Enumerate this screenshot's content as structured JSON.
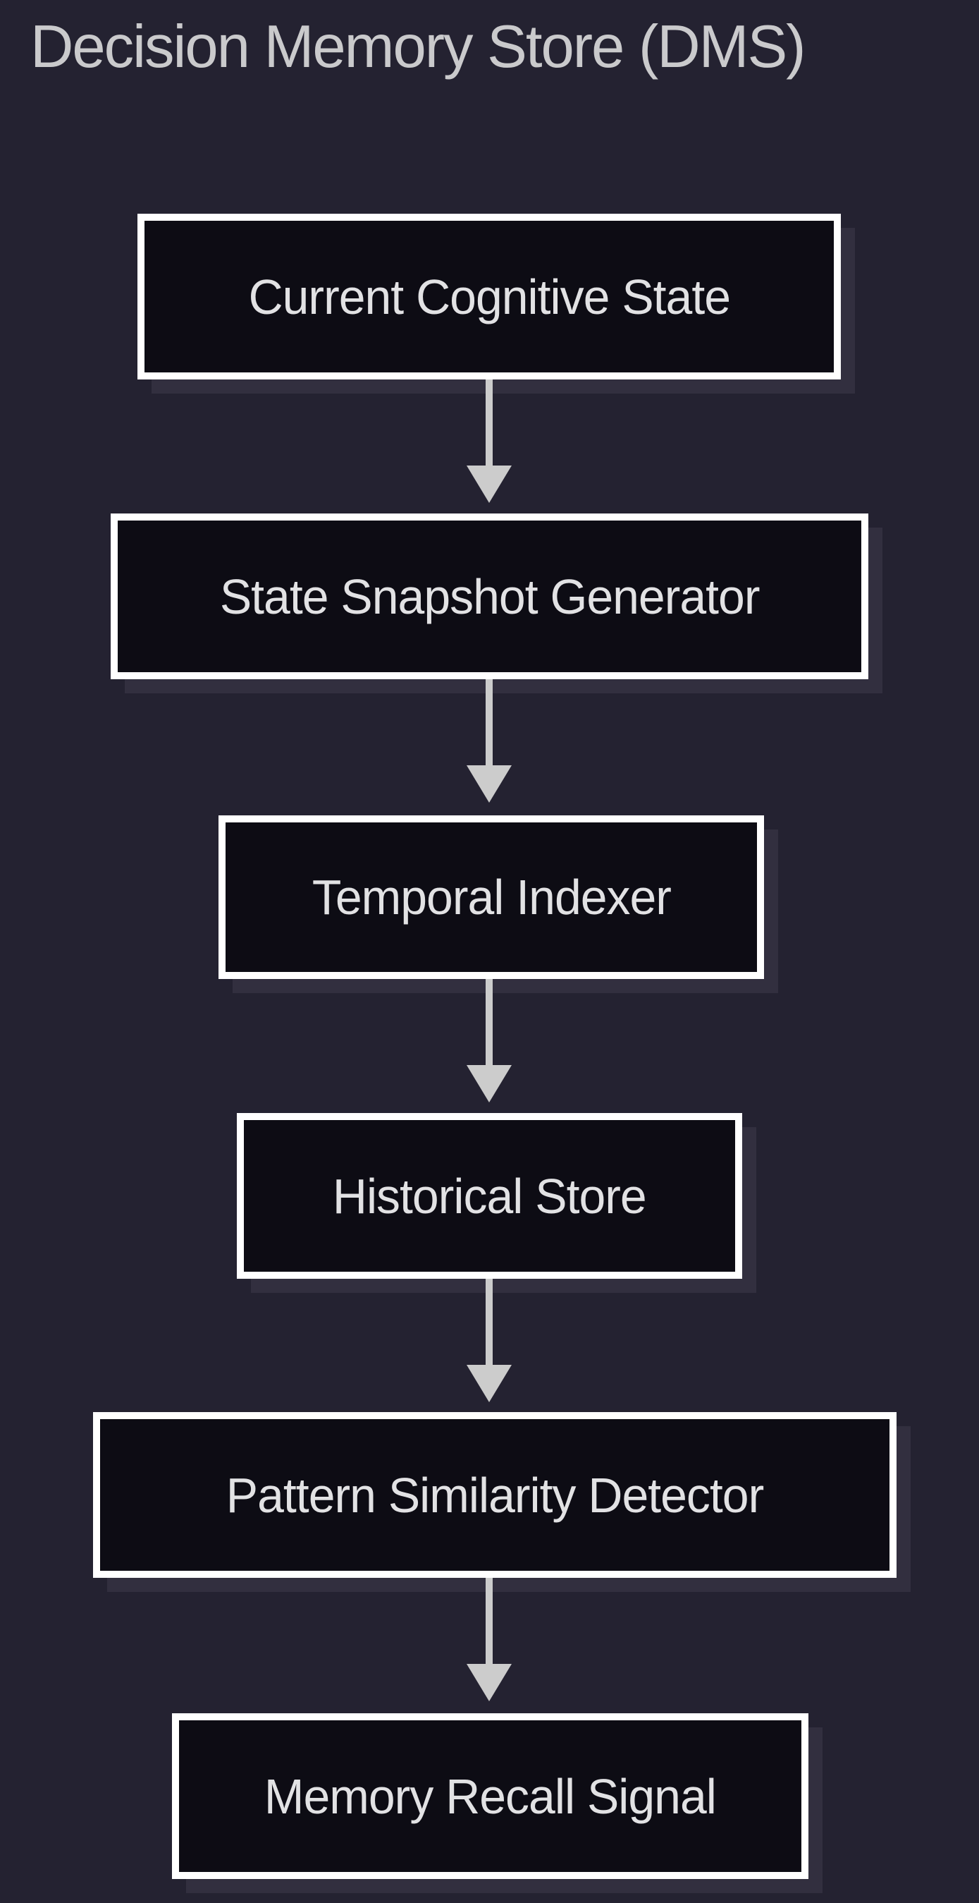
{
  "title": "Decision Memory Store (DMS)",
  "diagram": {
    "type": "flowchart",
    "direction": "top-down",
    "nodes": [
      {
        "id": "A",
        "label": "Current Cognitive State"
      },
      {
        "id": "B",
        "label": "State Snapshot Generator"
      },
      {
        "id": "C",
        "label": "Temporal Indexer"
      },
      {
        "id": "D",
        "label": "Historical Store"
      },
      {
        "id": "E",
        "label": "Pattern Similarity Detector"
      },
      {
        "id": "F",
        "label": "Memory Recall Signal"
      }
    ],
    "edges": [
      {
        "from": "Current Cognitive State",
        "to": "State Snapshot Generator"
      },
      {
        "from": "State Snapshot Generator",
        "to": "Temporal Indexer"
      },
      {
        "from": "Temporal Indexer",
        "to": "Historical Store"
      },
      {
        "from": "Historical Store",
        "to": "Pattern Similarity Detector"
      },
      {
        "from": "Pattern Similarity Detector",
        "to": "Memory Recall Signal"
      }
    ]
  },
  "colors": {
    "background": "#242231",
    "node_fill": "#0D0C14",
    "node_border": "#FFFFFF",
    "node_shadow": "#322F3F",
    "arrow": "#CCCCCC",
    "title_text": "#CACACC",
    "node_text": "#E2E2E4"
  }
}
